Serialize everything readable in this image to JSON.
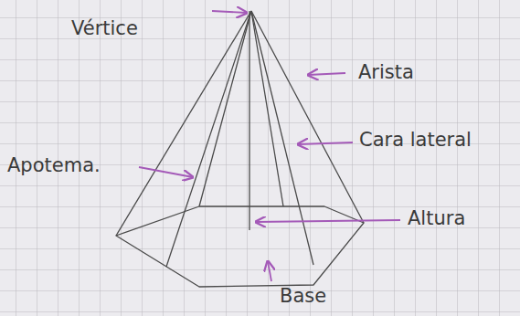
{
  "diagram": {
    "labels": [
      "Vértice",
      "Arista",
      "Cara lateral",
      "Apotema.",
      "Altura",
      "Base"
    ]
  }
}
